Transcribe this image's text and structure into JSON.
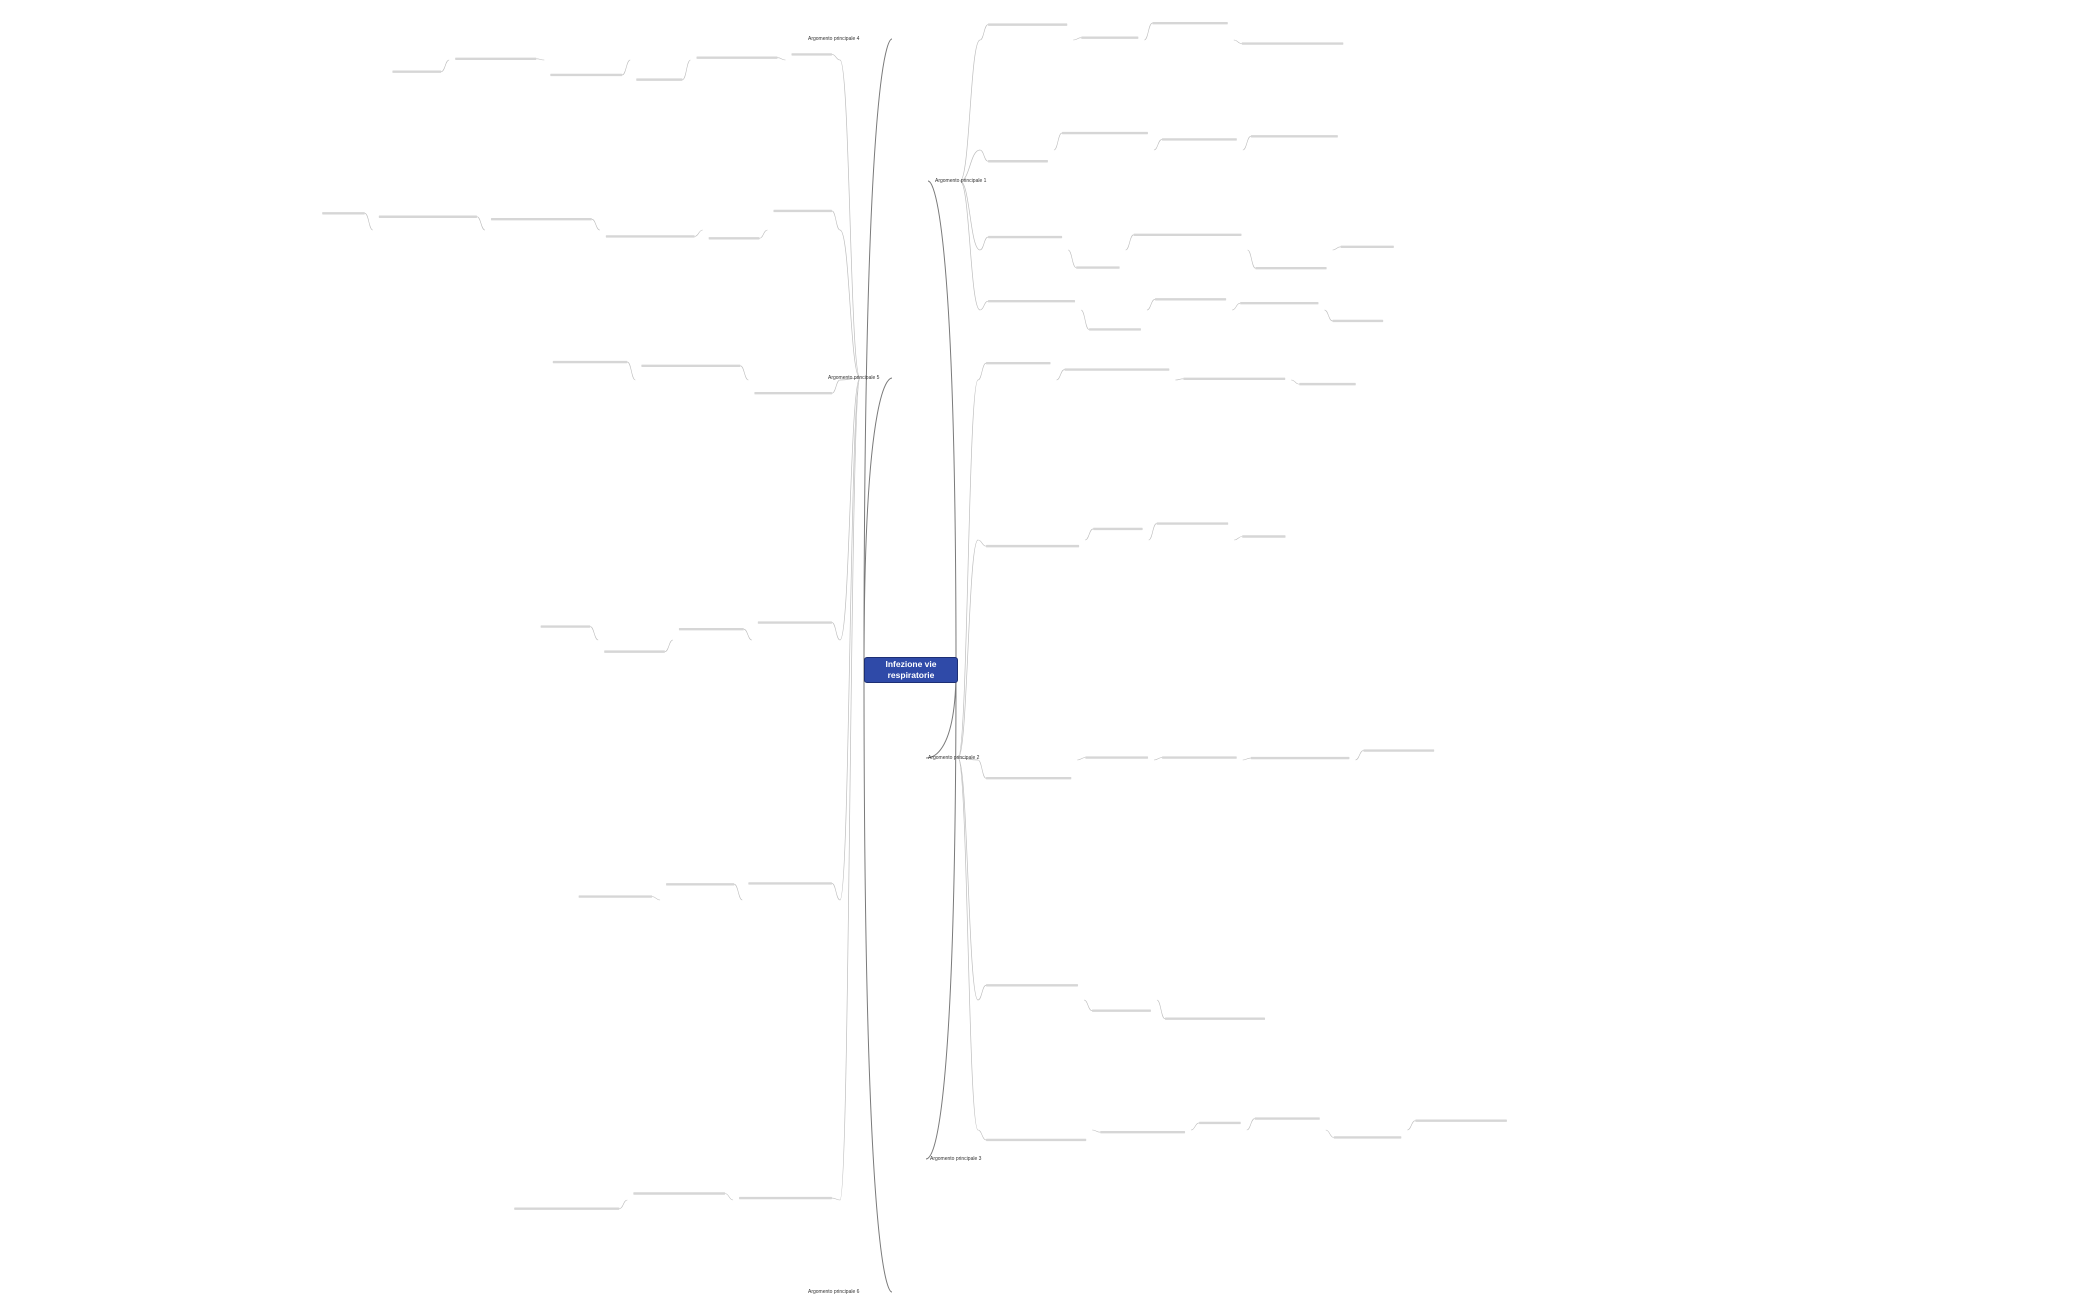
{
  "central": {
    "title": "Infezione vie respiratorie"
  },
  "branches": {
    "right_top": "Argomento principale 1",
    "right_mid": "Argomento principale 2",
    "right_bottom": "Argomento principale 3",
    "left_top": "Argomento principale 4",
    "left_mid": "Argomento principale 5",
    "left_bottom": "Argomento principale 6"
  },
  "colors": {
    "central_fill": "#2f4aa8",
    "line": "#7a7a7a",
    "leaf_line": "#bdbdbd",
    "leaf_text": "#d6d6d6"
  }
}
